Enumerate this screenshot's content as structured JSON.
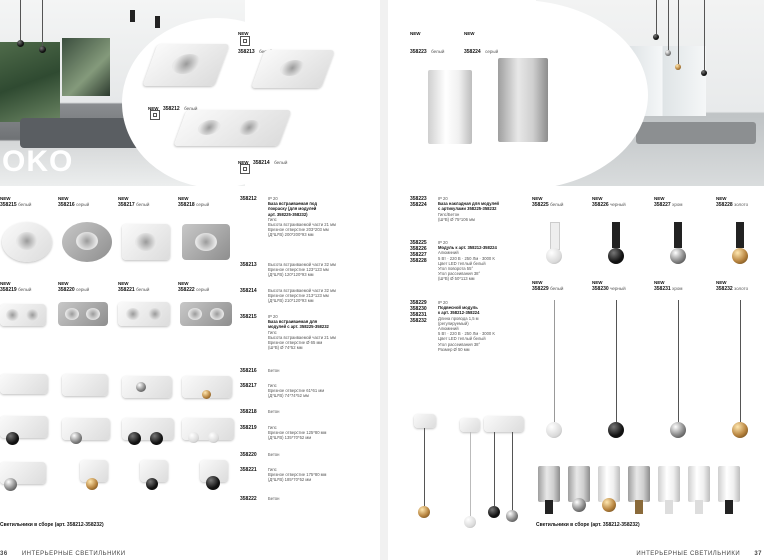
{
  "left_page": {
    "brand_partial": "OKO",
    "hero_items": [
      {
        "new": "NEW",
        "code": "358213",
        "color": "белый"
      },
      {
        "new": "NEW",
        "code": "358212",
        "color": "белый"
      },
      {
        "new": "NEW",
        "code": "358214",
        "color": "белый"
      }
    ],
    "grid_row1": [
      {
        "new": "NEW",
        "code": "358215",
        "color": "белый"
      },
      {
        "new": "NEW",
        "code": "358216",
        "color": "серый"
      },
      {
        "new": "NEW",
        "code": "358217",
        "color": "белый"
      },
      {
        "new": "NEW",
        "code": "358218",
        "color": "серый"
      }
    ],
    "grid_row2": [
      {
        "new": "NEW",
        "code": "358219",
        "color": "белый"
      },
      {
        "new": "NEW",
        "code": "358220",
        "color": "серый"
      },
      {
        "new": "NEW",
        "code": "358221",
        "color": "белый"
      },
      {
        "new": "NEW",
        "code": "358222",
        "color": "серый"
      }
    ],
    "specs": [
      {
        "code": "358212",
        "lines": [
          "IP 20",
          "База встраиваемая под",
          "покраску (для модулей",
          "арт. 358225-358232)",
          "Гипс",
          "Высота встраиваемой части 21 мм",
          "Врезное отверстие 203*203 мм",
          "(Д*Ш*В) 200*200*93 мм"
        ]
      },
      {
        "code": "358213",
        "lines": [
          "Высота встраиваемой части 32 мм",
          "Врезное отверстие 123*123 мм",
          "(Д*Ш*В) 120*120*93 мм"
        ]
      },
      {
        "code": "358214",
        "lines": [
          "Высота встраиваемой части 32 мм",
          "Врезное отверстие 213*123 мм",
          "(Д*Ш*В) 210*120*93 мм"
        ]
      },
      {
        "code": "358215",
        "lines": [
          "IP 20",
          "База встраиваемая для",
          "модулей с арт. 358225-358232",
          "Гипс",
          "Высота встраиваемой части 21 мм",
          "Врезное отверстие Ø 65 мм",
          "(Ш*В) Ø 74*52 мм"
        ]
      },
      {
        "code": "358216",
        "lines": [
          "Бетон"
        ]
      },
      {
        "code": "358217",
        "lines": [
          "Гипс",
          "Врезное отверстие 61*61 мм",
          "(Д*Ш*В) 74*74*52 мм"
        ]
      },
      {
        "code": "358218",
        "lines": [
          "Бетон"
        ]
      },
      {
        "code": "358219",
        "lines": [
          "Гипс",
          "Врезное отверстие 125*80 мм",
          "(Д*Ш*В) 135*70*52 мм"
        ]
      },
      {
        "code": "358220",
        "lines": [
          "Бетон"
        ]
      },
      {
        "code": "358221",
        "lines": [
          "Гипс",
          "Врезное отверстие 175*80 мм",
          "(Д*Ш*В) 185*70*52 мм"
        ]
      },
      {
        "code": "358222",
        "lines": [
          "Бетон"
        ]
      }
    ],
    "assembled_caption": "Светильники в сборе (арт. 358212-358232)",
    "page_number": "36",
    "footer": "ИНТЕРЬЕРНЫЕ СВЕТИЛЬНИКИ"
  },
  "right_page": {
    "hero_items": [
      {
        "new": "NEW",
        "code": "358223",
        "color": "белый"
      },
      {
        "new": "NEW",
        "code": "358224",
        "color": "серый"
      }
    ],
    "specs": [
      {
        "codes": [
          "358223",
          "358224"
        ],
        "lines": [
          "IP 20",
          "База накладная для модулей",
          "с артикулами 358225-358232",
          "Гипс/Бетон",
          "(Ш*В) Ø 75*106 мм"
        ]
      },
      {
        "codes": [
          "358225",
          "358226",
          "358227",
          "358228"
        ],
        "lines": [
          "IP 20",
          "Модуль к арт. 358212-358224",
          "Алюминий",
          "5 Вт · 220 В · 250 Лм · 3000 К",
          "Цвет LED теплый белый",
          "Угол поворота 55°",
          "Угол рассеивания 38°",
          "(Ш*В) Ø 50*113 мм"
        ]
      },
      {
        "codes": [
          "358229",
          "358230",
          "358231",
          "358232"
        ],
        "lines": [
          "IP 20",
          "Подвесной модуль",
          "к арт. 358212-358224",
          "Длина провода 1,5 м",
          "(регулируемый)",
          "Алюминий",
          "5 Вт · 220 В · 250 Лм · 3000 К",
          "Цвет LED теплый белый",
          "Угол рассеивания 38°",
          "Размер Ø 50 мм"
        ]
      }
    ],
    "modules_row1": [
      {
        "new": "NEW",
        "code": "358225",
        "color": "белый"
      },
      {
        "new": "NEW",
        "code": "358226",
        "color": "черный"
      },
      {
        "new": "NEW",
        "code": "358227",
        "color": "хром"
      },
      {
        "new": "NEW",
        "code": "358228",
        "color": "золото"
      }
    ],
    "modules_row2": [
      {
        "new": "NEW",
        "code": "358229",
        "color": "белый"
      },
      {
        "new": "NEW",
        "code": "358230",
        "color": "черный"
      },
      {
        "new": "NEW",
        "code": "358231",
        "color": "хром"
      },
      {
        "new": "NEW",
        "code": "358232",
        "color": "золото"
      }
    ],
    "assembled_caption": "Светильники в сборе (арт. 358212-358232)",
    "page_number": "37",
    "footer": "ИНТЕРЬЕРНЫЕ СВЕТИЛЬНИКИ"
  }
}
